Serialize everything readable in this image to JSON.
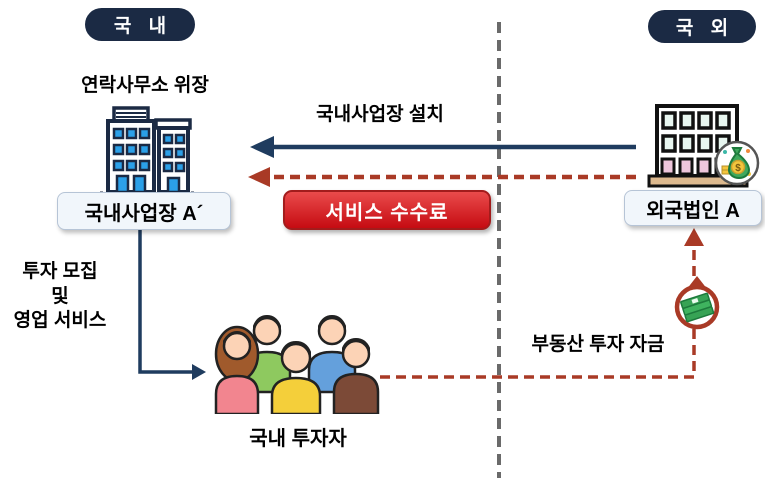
{
  "regions": {
    "domestic_badge": "국 내",
    "overseas_badge": "국 외"
  },
  "nodes": {
    "liaison_caption": "연락사무소 위장",
    "domestic_office": "국내사업장 A´",
    "foreign_corp": "외국법인 A",
    "investors": "국내 투자자"
  },
  "edges": {
    "establish_label": "국내사업장 설치",
    "service_fee_label": "서비스 수수료",
    "recruit_lines": [
      "투자 모집",
      "및",
      "영업 서비스"
    ],
    "fund_label": "부동산 투자 자금"
  },
  "icons": {
    "domestic_building": "two-tower-office-building",
    "foreign_building": "office-building-with-money-bag",
    "investors_group": "five-people-group",
    "money_transfer": "cash-stack-pin",
    "money_bag_symbol": "$"
  },
  "colors": {
    "navy": "#1f3c5f",
    "badge_navy": "#1b2a44",
    "dashed_red": "#a93a26",
    "fee_box_red": "#d01218",
    "divider_gray": "#6a6a6a",
    "window_blue": "#2ba0e8"
  }
}
